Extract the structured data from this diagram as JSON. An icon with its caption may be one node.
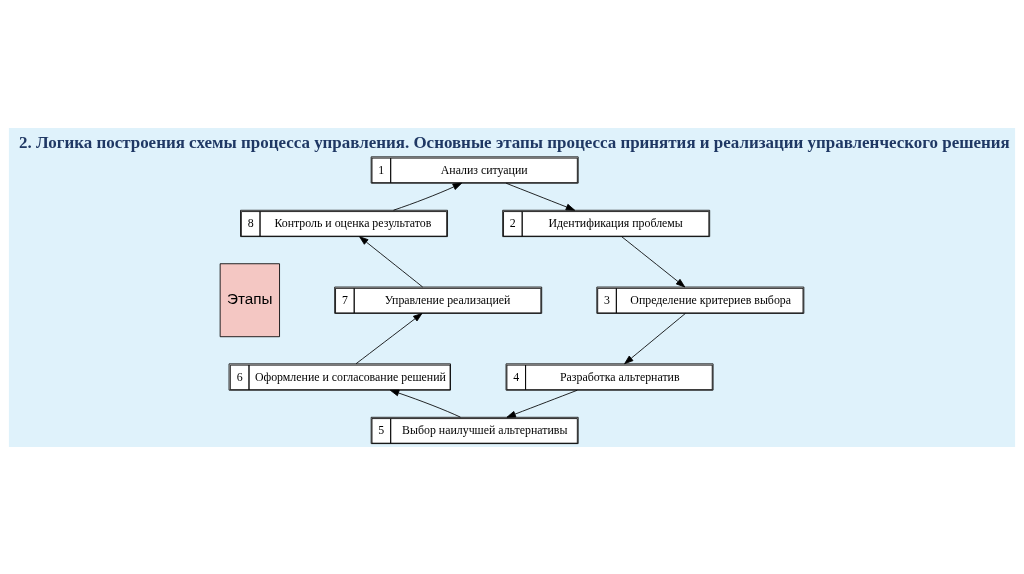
{
  "diagram": {
    "title": "2. Логика построения схемы процесса управления. Основные этапы процесса принятия и реализации управленческого решения",
    "nodes": [
      {
        "text": [
          "1",
          "Анализ ситуации"
        ]
      },
      {
        "text": [
          "8",
          "Контроль и оценка результатов"
        ]
      },
      {
        "text": [
          "2",
          "Идентификация проблемы"
        ]
      },
      {
        "text": [
          "Этапы"
        ]
      },
      {
        "text": [
          "7",
          "Управление реализацией"
        ]
      },
      {
        "text": [
          "3",
          "Определение критериев выбора"
        ]
      },
      {
        "text": [
          "6",
          "Оформление и согласование решений"
        ]
      },
      {
        "text": [
          "4",
          "Разработка альтернатив"
        ]
      },
      {
        "text": [
          "5",
          "Выбор наилучшей альтернативы"
        ]
      }
    ],
    "edges": [
      {
        "from": 0,
        "to": 2,
        "arrow": "to"
      },
      {
        "from": 2,
        "to": 5,
        "arrow": "to"
      },
      {
        "from": 5,
        "to": 7,
        "arrow": "to"
      },
      {
        "from": 7,
        "to": 8,
        "arrow": "to"
      },
      {
        "from": 8,
        "to": 6,
        "arrow": "to"
      },
      {
        "from": 6,
        "to": 4,
        "arrow": "to"
      },
      {
        "from": 4,
        "to": 1,
        "arrow": "to"
      },
      {
        "from": 1,
        "to": 0,
        "arrow": "to"
      }
    ]
  }
}
